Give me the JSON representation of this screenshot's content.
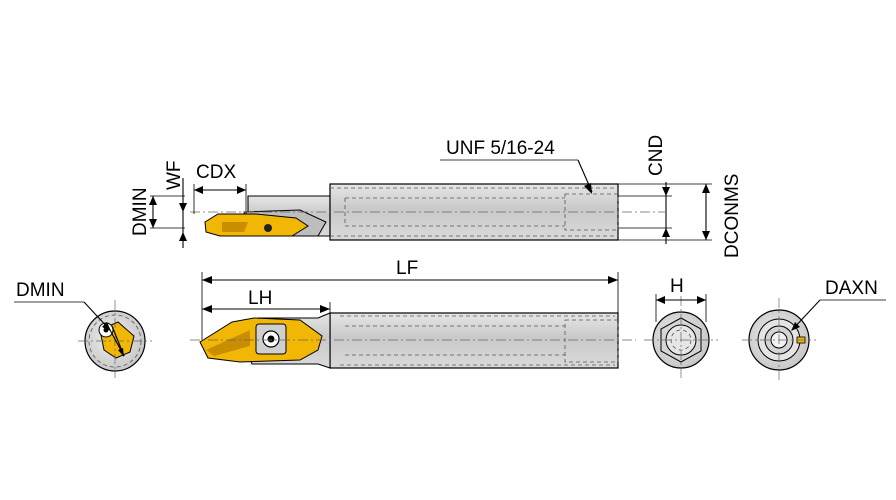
{
  "labels": {
    "unf": "UNF 5/16-24",
    "cnd": "CND",
    "dconms": "DCONMS",
    "cdx": "CDX",
    "wf": "WF",
    "dmin_side": "DMIN",
    "dmin_end": "DMIN",
    "lf": "LF",
    "lh": "LH",
    "h": "H",
    "daxn": "DAXN"
  },
  "colors": {
    "insert": "#F2B705",
    "insert_shadow": "#C88E00",
    "shank": "#D0D0D0",
    "shank_light": "#E8E8E8",
    "line": "#000000"
  }
}
